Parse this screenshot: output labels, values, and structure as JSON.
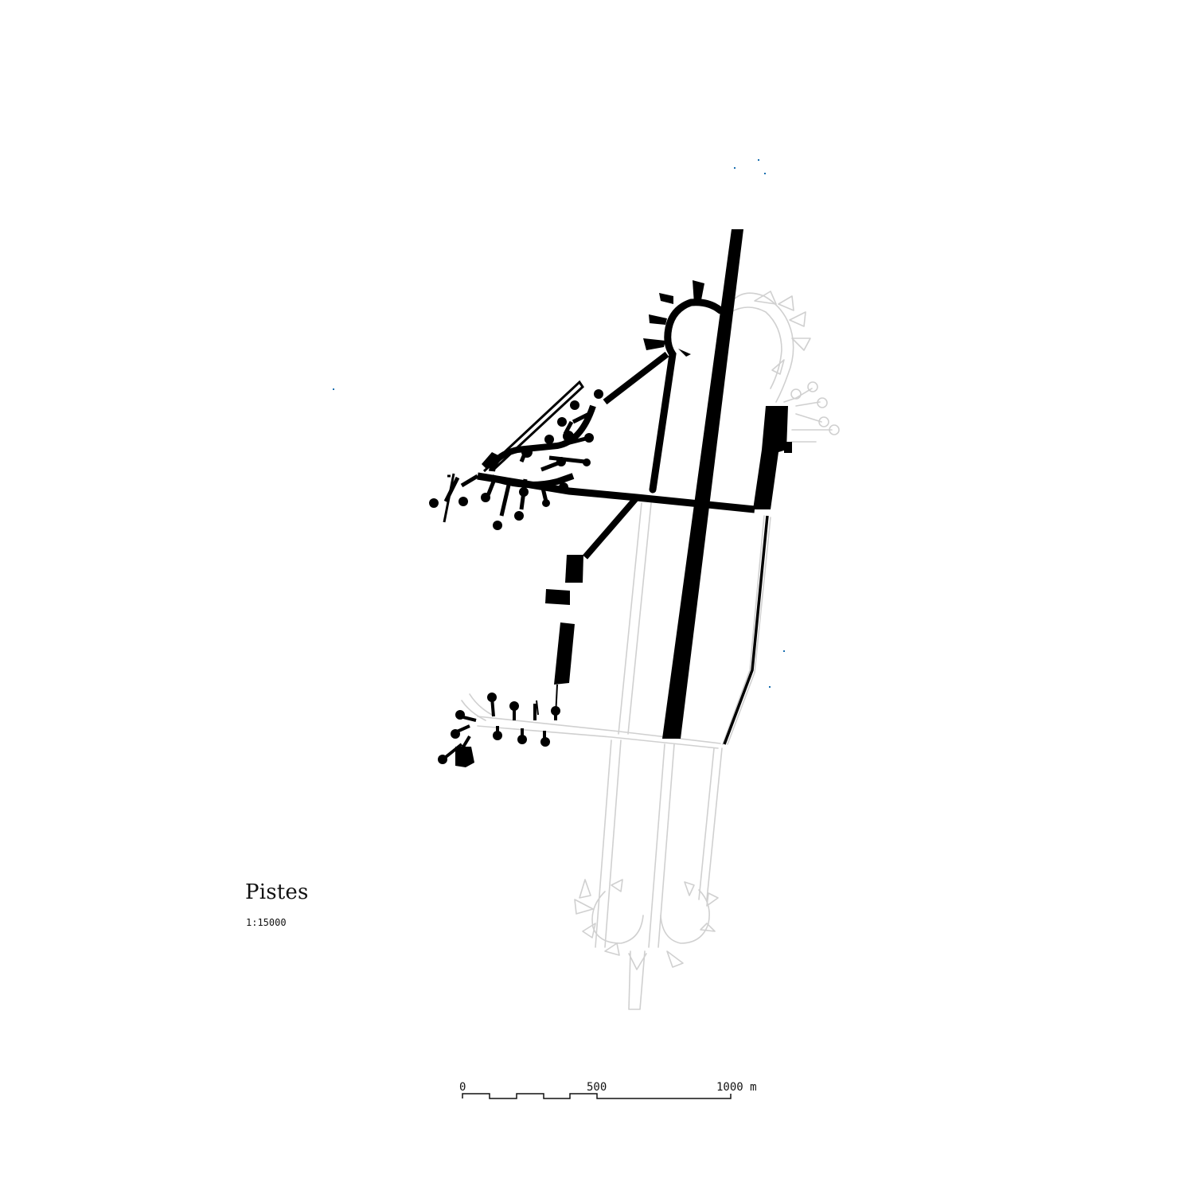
{
  "legend": {
    "title": "Pistes",
    "scale_ratio": "1:15000"
  },
  "scale_bar": {
    "labels": [
      "0",
      "500",
      "1000 m"
    ]
  },
  "colors": {
    "existing": "#000000",
    "planned_outline": "#d0d0d0",
    "background": "#ffffff",
    "speck": "#1a6fb0"
  }
}
